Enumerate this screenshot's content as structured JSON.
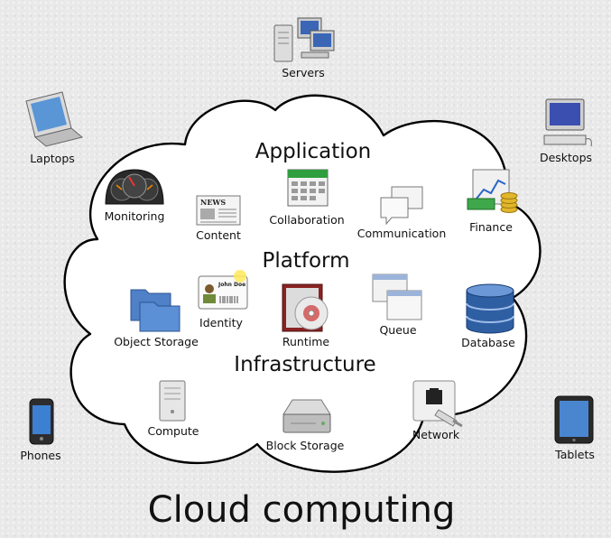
{
  "diagram": {
    "title": "Cloud computing",
    "layers": {
      "application": "Application",
      "platform": "Platform",
      "infrastructure": "Infrastructure"
    },
    "application_items": {
      "monitoring": "Monitoring",
      "content": "Content",
      "collaboration": "Collaboration",
      "communication": "Communication",
      "finance": "Finance"
    },
    "platform_items": {
      "identity": "Identity",
      "object_storage": "Object Storage",
      "runtime": "Runtime",
      "queue": "Queue",
      "database": "Database"
    },
    "infrastructure_items": {
      "compute": "Compute",
      "block_storage": "Block Storage",
      "network": "Network"
    },
    "clients": {
      "servers": "Servers",
      "laptops": "Laptops",
      "desktops": "Desktops",
      "phones": "Phones",
      "tablets": "Tablets"
    },
    "embedded_text": {
      "news": "NEWS",
      "id_name": "John Doe"
    }
  }
}
